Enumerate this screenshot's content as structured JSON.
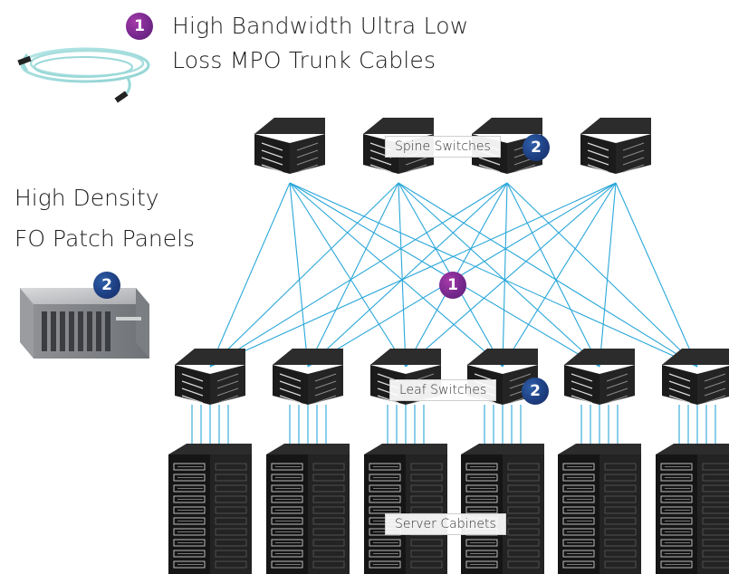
{
  "title_cables": {
    "line1": "High Bandwidth Ultra Low",
    "line2": "Loss MPO Trunk Cables",
    "badge": "1"
  },
  "title_panels": {
    "line1": "High Density",
    "line2": "FO Patch Panels",
    "badge": "2"
  },
  "labels": {
    "spine": "Spine Switches",
    "spine_badge": "2",
    "fabric_badge": "1",
    "leaf": "Leaf Switches",
    "leaf_badge": "2",
    "servers": "Server Cabinets"
  },
  "colors": {
    "link": "#2aa7d9",
    "badge_purple": "#7a2a90",
    "badge_blue": "#1e3f82",
    "device": "#1b1b1b"
  },
  "topology": {
    "spine_count": 4,
    "leaf_count": 6,
    "server_cabinet_count": 6,
    "full_mesh": true
  }
}
